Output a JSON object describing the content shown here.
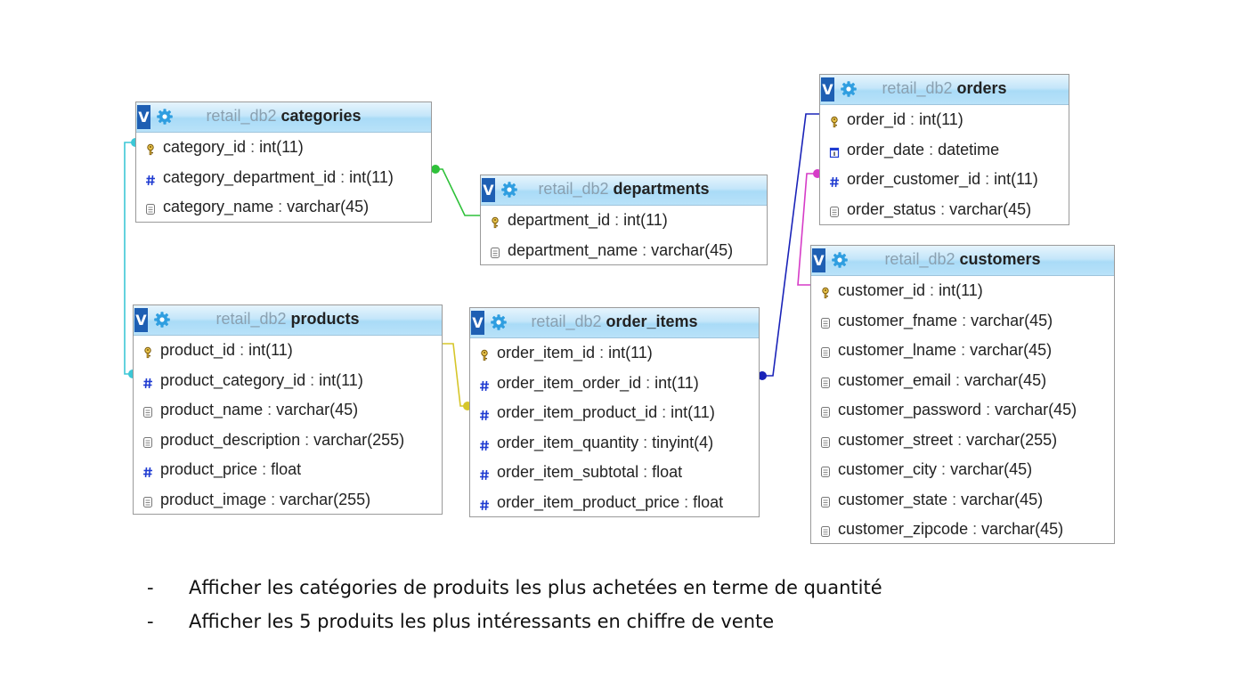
{
  "tables": {
    "categories": {
      "db": "retail_db2",
      "name": "categories",
      "columns": [
        {
          "key": true,
          "type_icon": "key",
          "name": "category_id",
          "sep": " : ",
          "type": "int(11)"
        },
        {
          "type_icon": "hash",
          "name": "category_department_id",
          "sep": " : ",
          "type": "int(11)"
        },
        {
          "type_icon": "text",
          "name": "category_name",
          "sep": " : ",
          "type": "varchar(45)"
        }
      ]
    },
    "departments": {
      "db": "retail_db2",
      "name": "departments",
      "columns": [
        {
          "type_icon": "key",
          "name": "department_id",
          "sep": " : ",
          "type": "int(11)"
        },
        {
          "type_icon": "text",
          "name": "department_name",
          "sep": " : ",
          "type": "varchar(45)"
        }
      ]
    },
    "products": {
      "db": "retail_db2",
      "name": "products",
      "columns": [
        {
          "type_icon": "key",
          "name": "product_id",
          "sep": " : ",
          "type": "int(11)"
        },
        {
          "type_icon": "hash",
          "name": "product_category_id",
          "sep": " : ",
          "type": "int(11)"
        },
        {
          "type_icon": "text",
          "name": "product_name",
          "sep": " : ",
          "type": "varchar(45)"
        },
        {
          "type_icon": "text",
          "name": "product_description",
          "sep": " : ",
          "type": "varchar(255)"
        },
        {
          "type_icon": "hash",
          "name": "product_price",
          "sep": " : ",
          "type": "float"
        },
        {
          "type_icon": "text",
          "name": "product_image",
          "sep": " : ",
          "type": "varchar(255)"
        }
      ]
    },
    "order_items": {
      "db": "retail_db2",
      "name": "order_items",
      "columns": [
        {
          "type_icon": "key",
          "name": "order_item_id",
          "sep": " : ",
          "type": "int(11)"
        },
        {
          "type_icon": "hash",
          "name": "order_item_order_id",
          "sep": " : ",
          "type": "int(11)"
        },
        {
          "type_icon": "hash",
          "name": "order_item_product_id",
          "sep": " : ",
          "type": "int(11)"
        },
        {
          "type_icon": "hash",
          "name": "order_item_quantity",
          "sep": " : ",
          "type": "tinyint(4)"
        },
        {
          "type_icon": "hash",
          "name": "order_item_subtotal",
          "sep": " : ",
          "type": "float"
        },
        {
          "type_icon": "hash",
          "name": "order_item_product_price",
          "sep": " : ",
          "type": "float"
        }
      ]
    },
    "orders": {
      "db": "retail_db2",
      "name": "orders",
      "columns": [
        {
          "type_icon": "key",
          "name": "order_id",
          "sep": " : ",
          "type": "int(11)"
        },
        {
          "type_icon": "date",
          "name": "order_date",
          "sep": " : ",
          "type": "datetime"
        },
        {
          "type_icon": "hash",
          "name": "order_customer_id",
          "sep": " : ",
          "type": "int(11)"
        },
        {
          "type_icon": "text",
          "name": "order_status",
          "sep": " : ",
          "type": "varchar(45)"
        }
      ]
    },
    "customers": {
      "db": "retail_db2",
      "name": "customers",
      "columns": [
        {
          "type_icon": "key",
          "name": "customer_id",
          "sep": " : ",
          "type": "int(11)"
        },
        {
          "type_icon": "text",
          "name": "customer_fname",
          "sep": " : ",
          "type": "varchar(45)"
        },
        {
          "type_icon": "text",
          "name": "customer_lname",
          "sep": " : ",
          "type": "varchar(45)"
        },
        {
          "type_icon": "text",
          "name": "customer_email",
          "sep": " : ",
          "type": "varchar(45)"
        },
        {
          "type_icon": "text",
          "name": "customer_password",
          "sep": " : ",
          "type": "varchar(45)"
        },
        {
          "type_icon": "text",
          "name": "customer_street",
          "sep": " : ",
          "type": "varchar(255)"
        },
        {
          "type_icon": "text",
          "name": "customer_city",
          "sep": " : ",
          "type": "varchar(45)"
        },
        {
          "type_icon": "text",
          "name": "customer_state",
          "sep": " : ",
          "type": "varchar(45)"
        },
        {
          "type_icon": "text",
          "name": "customer_zipcode",
          "sep": " : ",
          "type": "varchar(45)"
        }
      ]
    }
  },
  "header_icons": {
    "toggle": "V",
    "options": "gear-icon"
  },
  "relation_colors": {
    "categories_products": "#3cc7d6",
    "categories_departments": "#2fc13a",
    "products_order_items": "#d6c62a",
    "order_items_orders": "#1a23b8",
    "orders_customers": "#d63cc7"
  },
  "notes": [
    {
      "bullet": "-",
      "text": "Afficher les catégories de produits les plus achetées en terme de quantité"
    },
    {
      "bullet": "-",
      "text": "Afficher les 5 produits les plus intéressants en chiffre de vente"
    }
  ]
}
